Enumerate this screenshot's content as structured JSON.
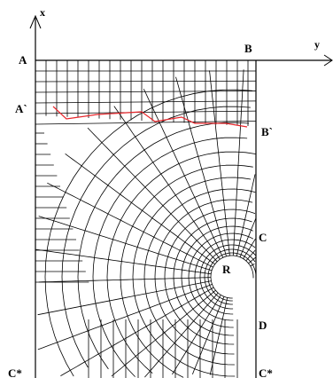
{
  "diagram": {
    "axes": {
      "x_label": "x",
      "y_label": "y"
    },
    "points": {
      "A": "A",
      "A_prime": "A`",
      "B": "B",
      "B_prime": "B`",
      "C": "C",
      "R": "R",
      "D": "D",
      "C_star_left": "C*",
      "C_star_right": "C*"
    },
    "colors": {
      "mesh": "#000000",
      "crack_line": "#e8262b",
      "background": "#ffffff"
    }
  }
}
